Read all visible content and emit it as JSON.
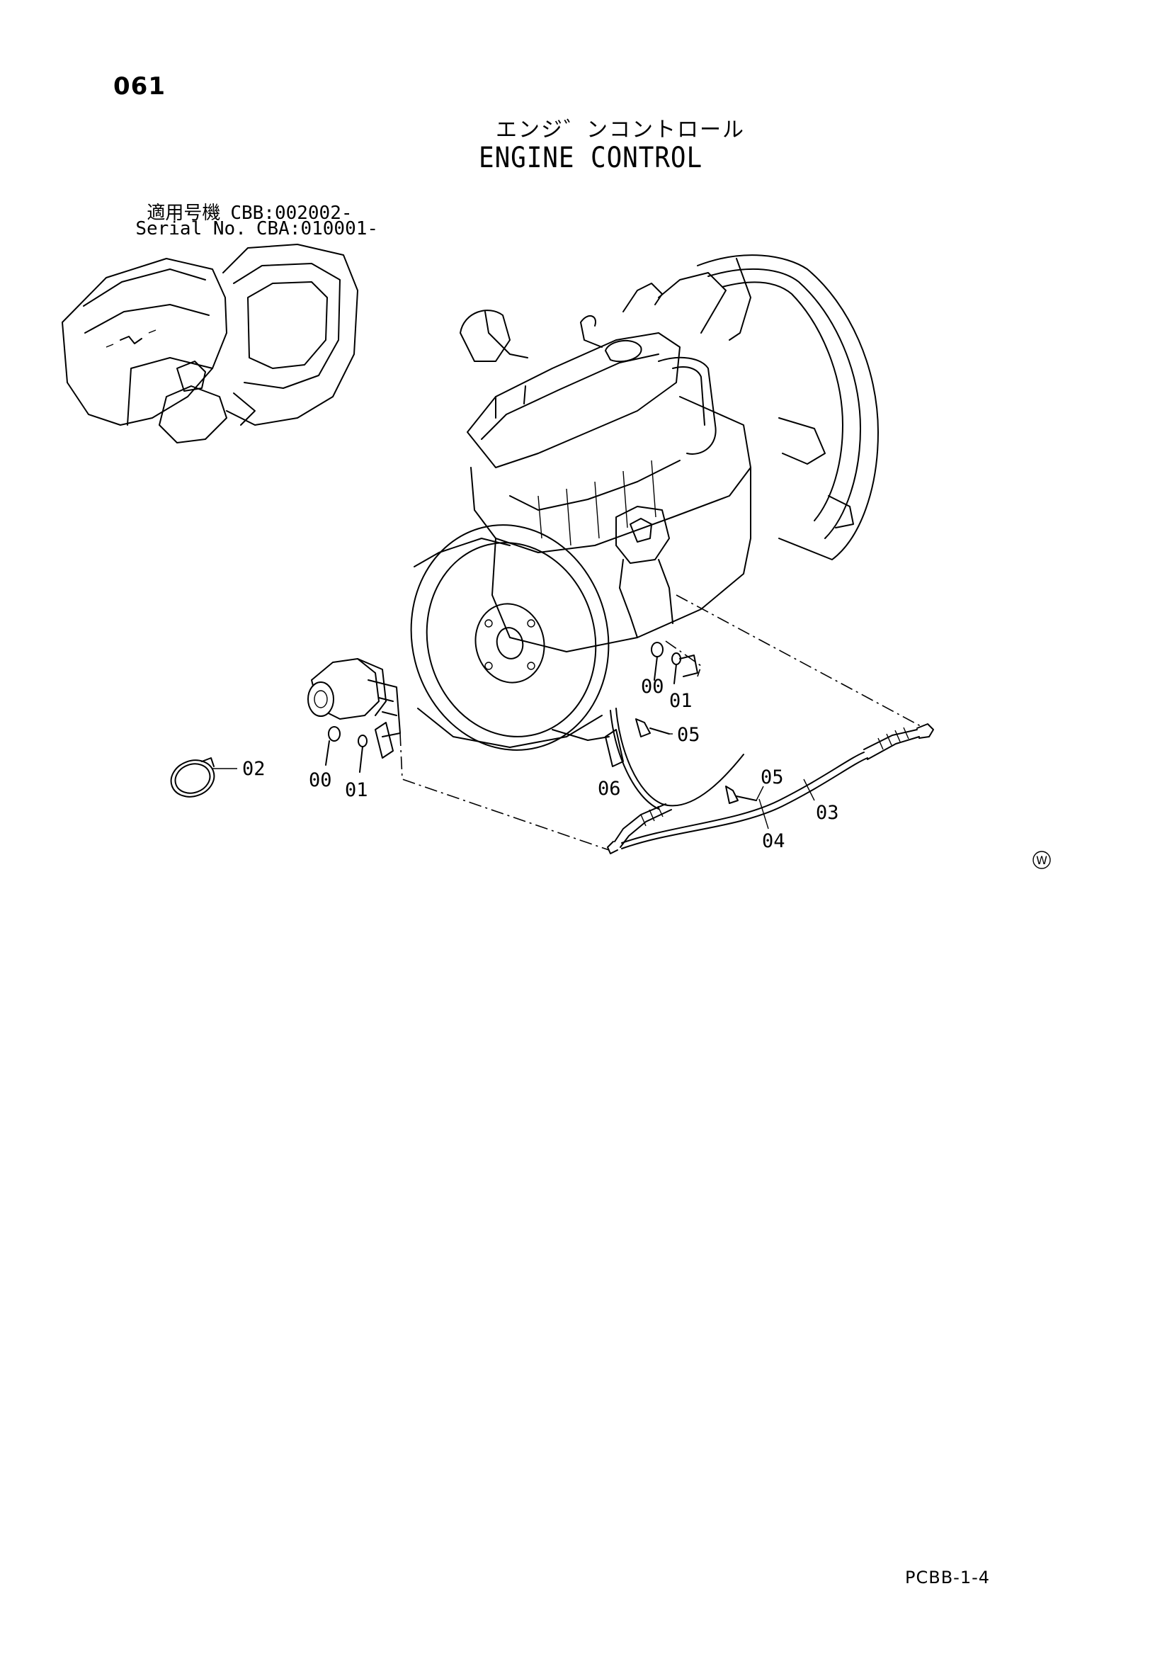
{
  "page_number": "061",
  "title_jp": "エンジ゛ンコントロール",
  "title_en": "ENGINE CONTROL",
  "serial": {
    "row1_label": "適用号機",
    "row1_value": "CBB:002002-",
    "row2_label": "Serial No.",
    "row2_value": "CBA:010001-"
  },
  "callouts": {
    "c00_engine": "00",
    "c01_engine": "01",
    "c05_engine": "05",
    "c06": "06",
    "c02": "02",
    "c00_sensor": "00",
    "c01_sensor": "01",
    "c05_cable": "05",
    "c03": "03",
    "c04": "04"
  },
  "w_mark": "W",
  "footer_code": "PCBB-1-4"
}
